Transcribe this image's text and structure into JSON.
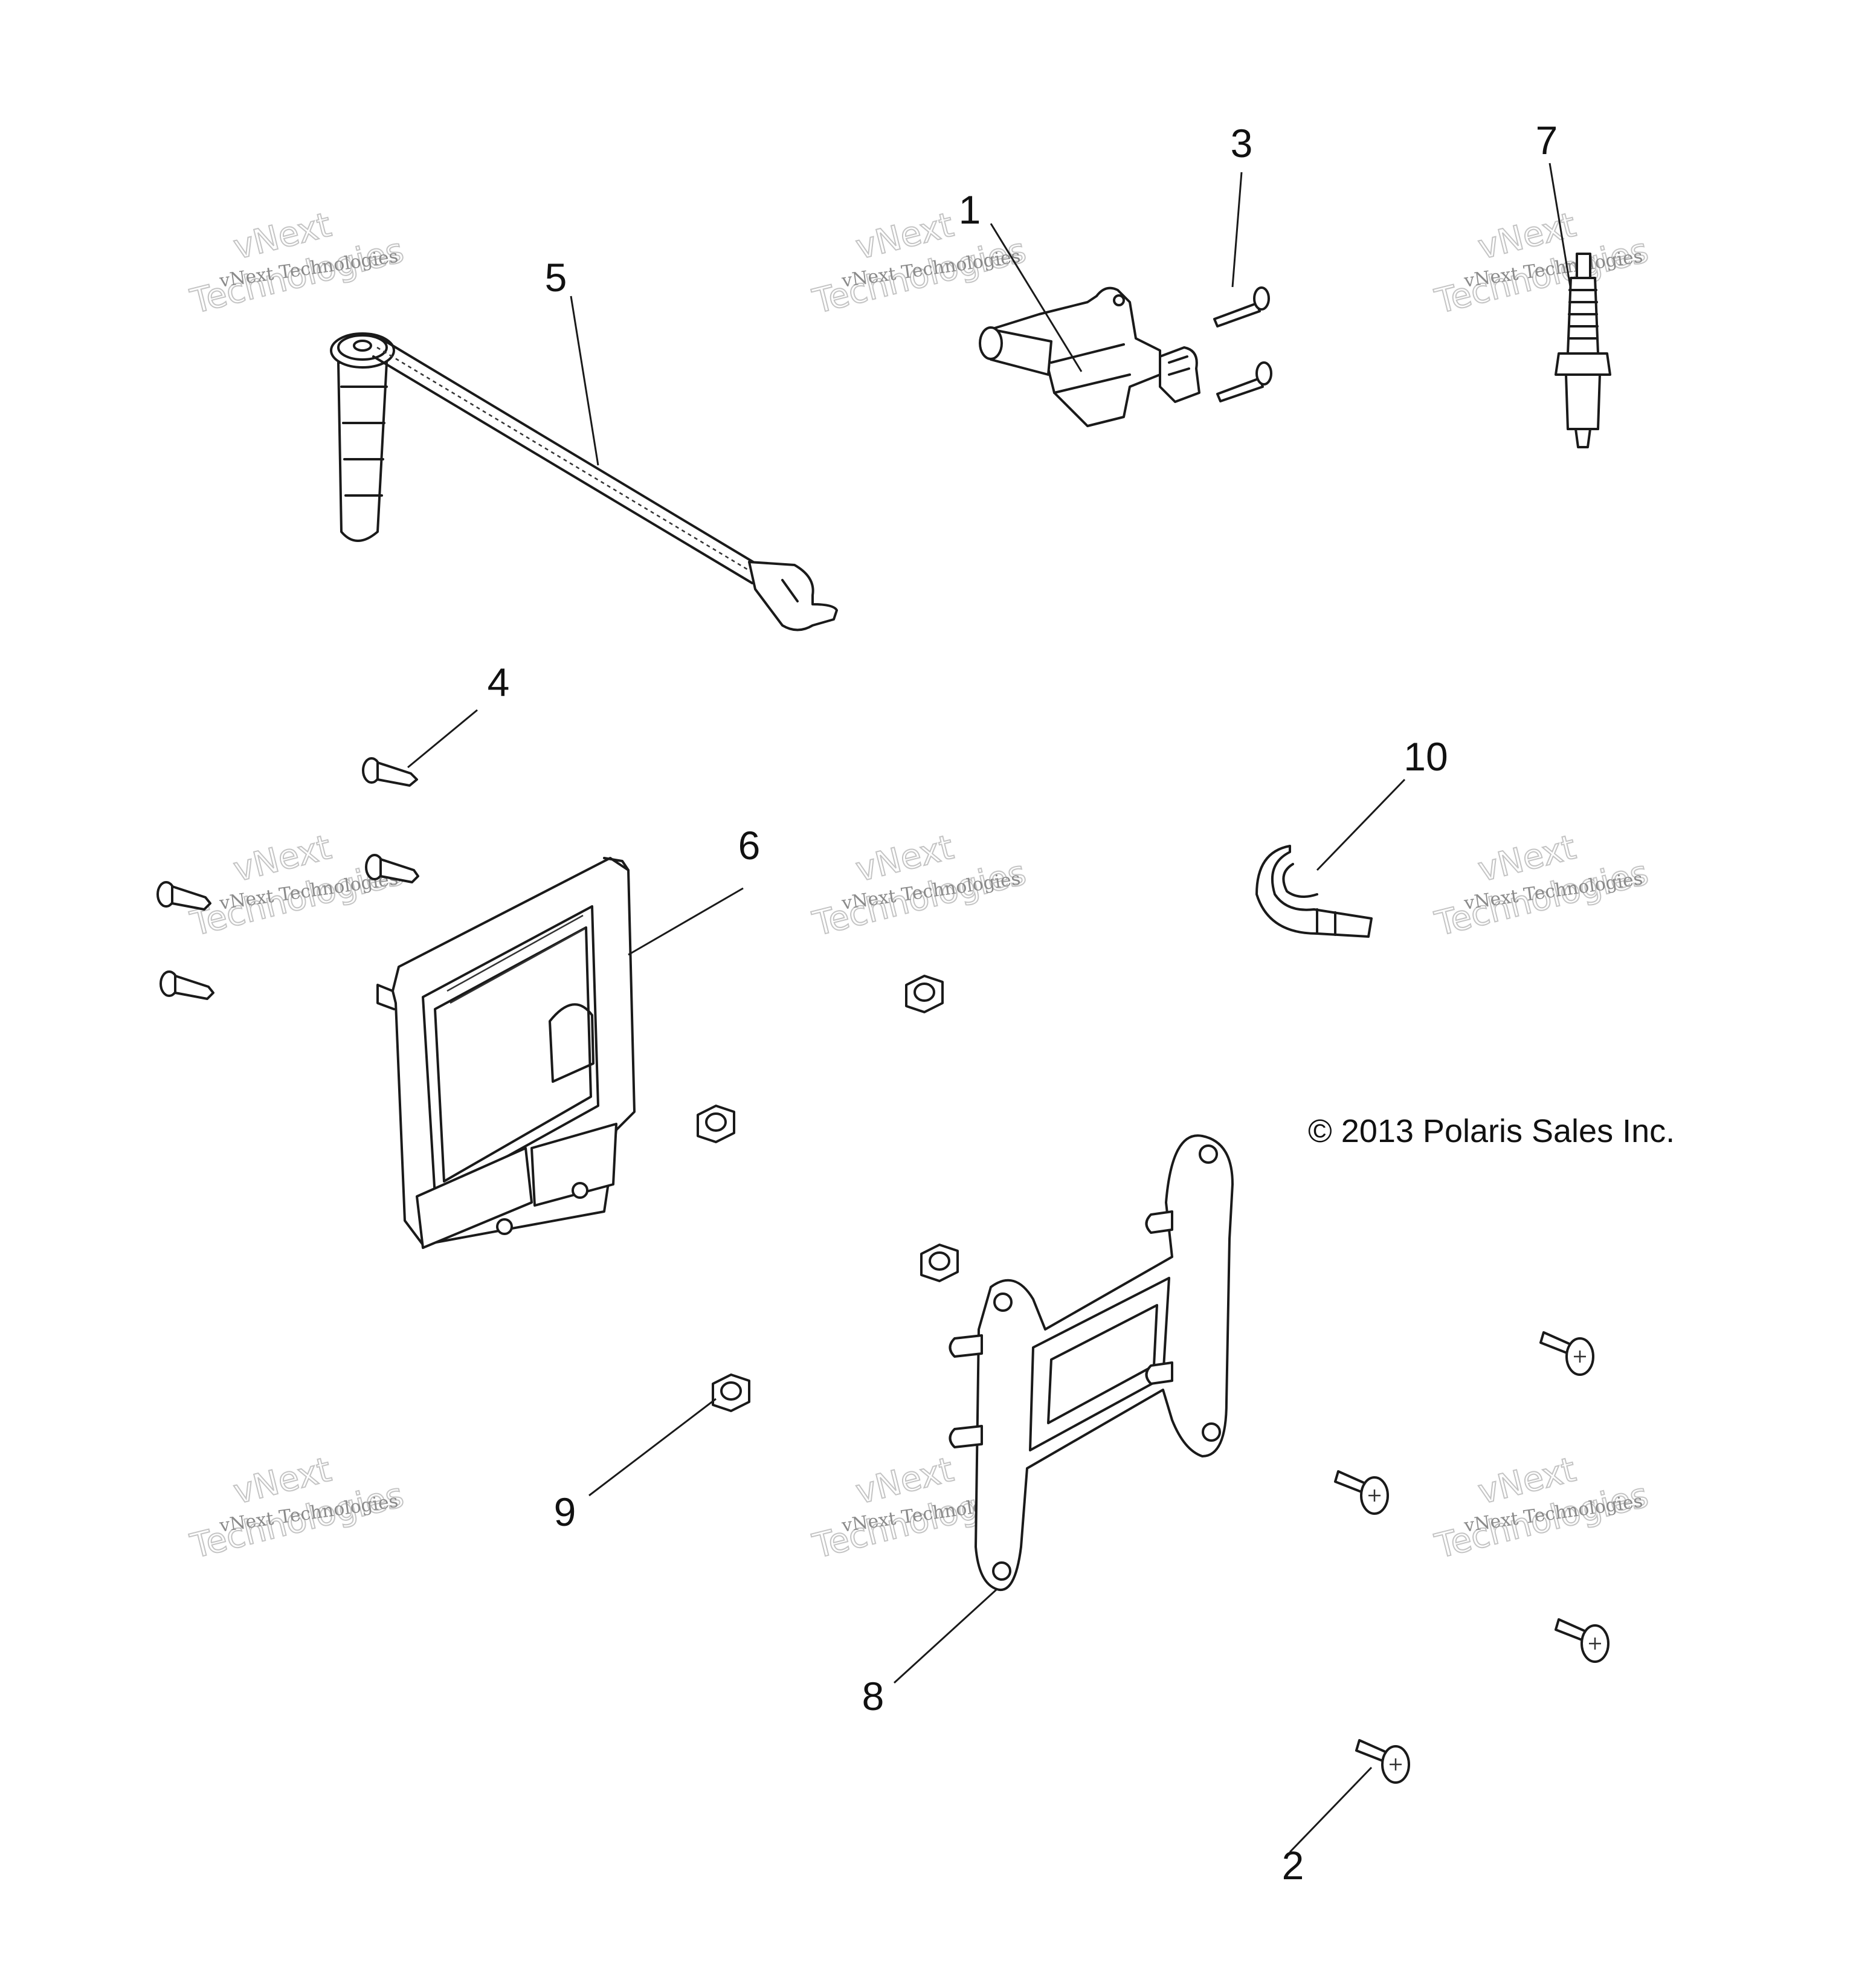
{
  "diagram": {
    "callouts": [
      "1",
      "2",
      "3",
      "4",
      "5",
      "6",
      "7",
      "8",
      "9",
      "10"
    ],
    "copyright": "© 2013 Polaris Sales Inc.",
    "watermark": {
      "line1": "vNext Technologies",
      "line2_a": "vNext",
      "line2_b": "Technologies"
    }
  }
}
